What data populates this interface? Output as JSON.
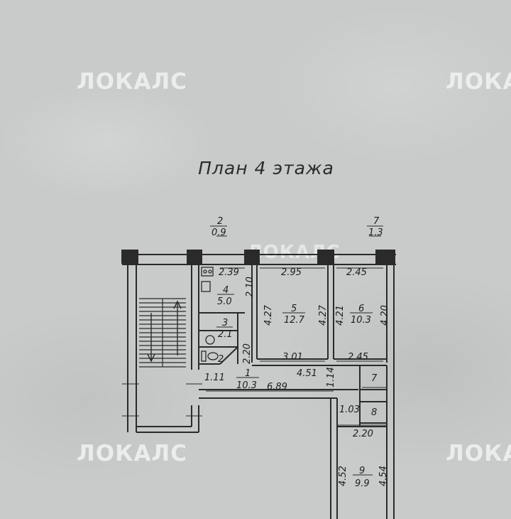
{
  "title": "План 4 этажа",
  "watermark": "ЛОКАЛС",
  "rooms": [
    {
      "id": "1",
      "area": "10.3"
    },
    {
      "id": "2",
      "area": "0.9"
    },
    {
      "id": "3",
      "area": "2.1"
    },
    {
      "id": "4",
      "area": "5.0"
    },
    {
      "id": "5",
      "area": "12.7"
    },
    {
      "id": "6",
      "area": "10.3"
    },
    {
      "id": "7",
      "area": "1.3"
    },
    {
      "id": "8",
      "area": ""
    },
    {
      "id": "9",
      "area": "9.9"
    }
  ],
  "dimensions": {
    "k_width": "2.39",
    "k_height": "2.10",
    "r5_width": "2.95",
    "r5_height_left": "4.27",
    "r5_height_right": "4.27",
    "r5_bottom": "3.01",
    "r6_width": "2.45",
    "r6_height_left": "4.21",
    "r6_height_right": "4.20",
    "r6_bottom": "2.45",
    "bath_height": "2.20",
    "hall_left": "1.11",
    "hall_length": "6.89",
    "hall_mid": "4.51",
    "hall_depth": "1.14",
    "closet_width": "1.03",
    "r9_width": "2.20",
    "r9_height_left": "4.52",
    "r9_height_right": "4.54"
  }
}
